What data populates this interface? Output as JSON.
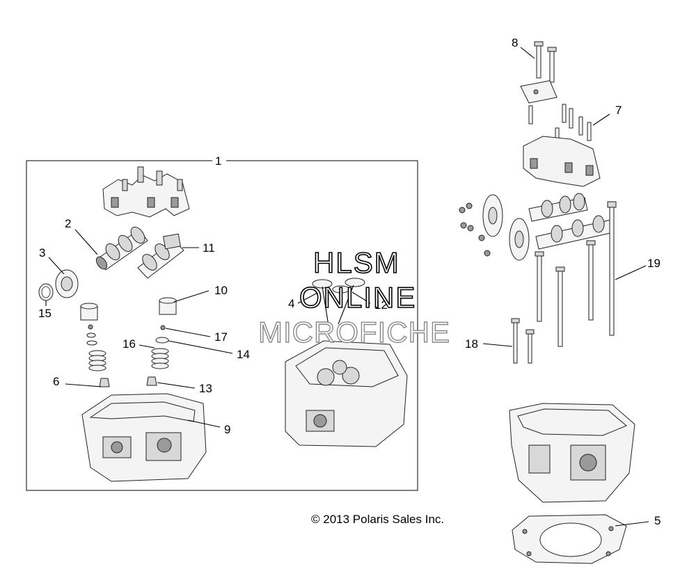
{
  "diagram": {
    "callouts": {
      "c1": "1",
      "c2": "2",
      "c3": "3",
      "c4": "4",
      "c5": "5",
      "c6": "6",
      "c7": "7",
      "c8": "8",
      "c9": "9",
      "c10": "10",
      "c11": "11",
      "c12": "12",
      "c13": "13",
      "c14": "14",
      "c15": "15",
      "c16": "16",
      "c17": "17",
      "c18": "18",
      "c19": "19"
    },
    "watermark": {
      "line1": "HLSM",
      "line2": "ONLINE",
      "line3": "MICROFICHE"
    },
    "copyright": "© 2013 Polaris Sales Inc."
  }
}
